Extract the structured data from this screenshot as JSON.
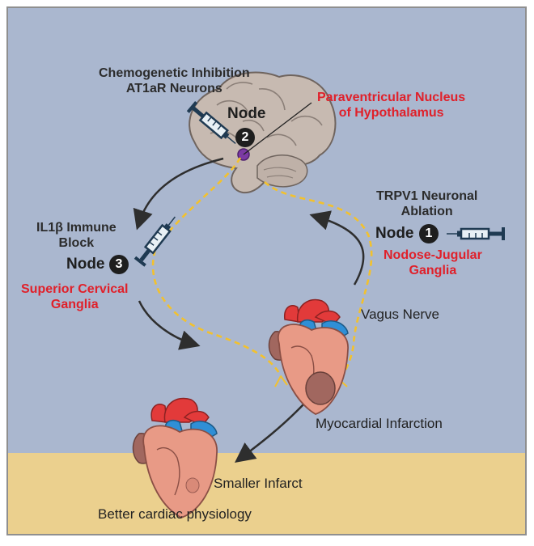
{
  "colors": {
    "background_blue": "#aab7cf",
    "sand": "#ebd08e",
    "frame": "#8f8f8f",
    "label_red": "#e0202a",
    "nerve_yellow": "#f2c12e",
    "arrow_dark": "#2e2e2e",
    "brain": "#c7bab1",
    "heart_pink": "#e89a86",
    "aorta_red": "#e23a3a",
    "vessel_blue": "#2f8fd6",
    "infarct": "#a1675f",
    "pvn_purple": "#7b3aa3"
  },
  "labels": {
    "chemogenetic": "Chemogenetic Inhibition",
    "at1ar": "AT1aR Neurons",
    "pvn_line1": "Paraventricular Nucleus",
    "pvn_line2": "of Hypothalamus",
    "trpv1_line1": "TRPV1 Neuronal",
    "trpv1_line2": "Ablation",
    "nodose_line1": "Nodose-Jugular",
    "nodose_line2": "Ganglia",
    "il1b_line1": "IL1β Immune",
    "il1b_line2": "Block",
    "scg_line1": "Superior Cervical",
    "scg_line2": "Ganglia",
    "vagus": "Vagus Nerve",
    "mi": "Myocardial Infarction",
    "smaller": "Smaller Infarct",
    "better": "Better cardiac physiology"
  },
  "nodes": {
    "word": "Node",
    "n1": "1",
    "n2": "2",
    "n3": "3"
  }
}
